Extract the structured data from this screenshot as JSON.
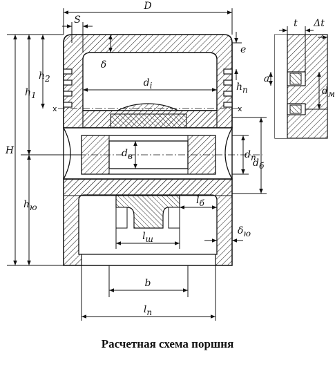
{
  "caption": "Расчетная схема поршня",
  "labels": {
    "D": "D",
    "S": "S",
    "H": "H",
    "h1": "h",
    "h1_sub": "1",
    "h2": "h",
    "h2_sub": "2",
    "hiu": "h",
    "hiu_sub": "ю",
    "delta": "δ",
    "di": "d",
    "di_sub": "i",
    "dv": "d",
    "dv_sub": "в",
    "dp": "d",
    "dp_sub": "п",
    "db": "d",
    "db_sub": "б",
    "e": "e",
    "hp": "h",
    "hp_sub": "п",
    "a": "a",
    "t": "t",
    "dt": "Δt",
    "dm": "d",
    "dm_sub": "м",
    "lb": "l",
    "lb_sub": "б",
    "lsh": "l",
    "lsh_sub": "ш",
    "deltaiu": "δ",
    "deltaiu_sub": "ю",
    "b": "b",
    "lp": "l",
    "lp_sub": "п",
    "x_left": "x",
    "x_right": "x"
  }
}
